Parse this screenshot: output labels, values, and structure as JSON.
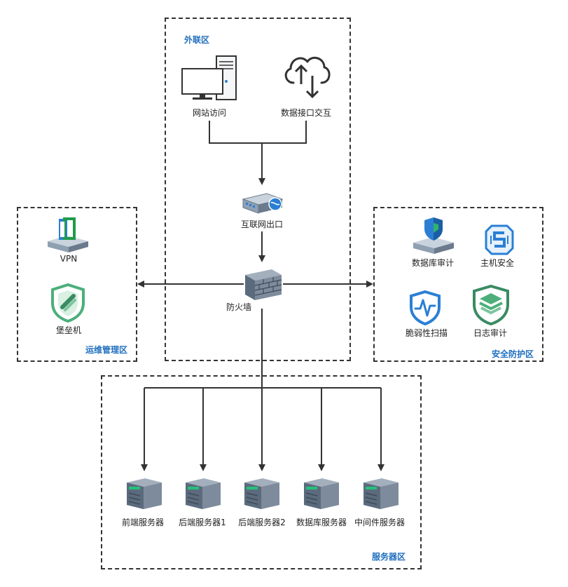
{
  "zones": {
    "external": {
      "title": "外联区"
    },
    "ops": {
      "title": "运维管理区"
    },
    "security": {
      "title": "安全防护区"
    },
    "servers": {
      "title": "服务器区"
    }
  },
  "nodes": {
    "web_access": {
      "label": "网站访问",
      "icon": "desktop-computer-icon"
    },
    "data_exchange": {
      "label": "数据接口交互",
      "icon": "cloud-upload-download-icon"
    },
    "internet_exit": {
      "label": "互联网出口",
      "icon": "router-icon"
    },
    "firewall": {
      "label": "防火墙",
      "icon": "firewall-icon"
    },
    "vpn": {
      "label": "VPN",
      "icon": "vpn-appliance-icon"
    },
    "bastion": {
      "label": "堡垒机",
      "icon": "bastion-shield-icon"
    },
    "db_audit": {
      "label": "数据库审计",
      "icon": "db-audit-shield-icon"
    },
    "host_security": {
      "label": "主机安全",
      "icon": "host-security-icon"
    },
    "vuln_scan": {
      "label": "脆弱性扫描",
      "icon": "vuln-scan-shield-icon"
    },
    "log_audit": {
      "label": "日志审计",
      "icon": "log-audit-shield-icon"
    },
    "servers": [
      {
        "label": "前端服务器",
        "icon": "server-icon"
      },
      {
        "label": "后端服务器1",
        "icon": "server-icon"
      },
      {
        "label": "后端服务器2",
        "icon": "server-icon"
      },
      {
        "label": "数据库服务器",
        "icon": "server-icon"
      },
      {
        "label": "中间件服务器",
        "icon": "server-icon"
      }
    ]
  },
  "colors": {
    "zone_title": "#1f6fbf",
    "line": "#333333",
    "icon_blue": "#2a7fd4",
    "icon_gray": "#6b7a8c"
  }
}
